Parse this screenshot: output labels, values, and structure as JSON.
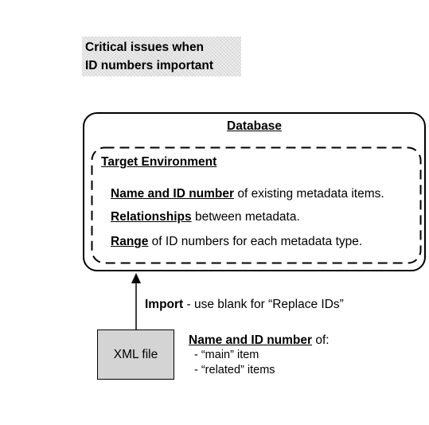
{
  "heading": {
    "line1": "Critical issues when",
    "line2": "ID numbers important"
  },
  "database": {
    "title": "Database",
    "target_environment": {
      "title": "Target Environment",
      "lines": [
        {
          "key": "Name and ID number",
          "rest": " of existing metadata items."
        },
        {
          "key": "Relationships",
          "rest": " between metadata."
        },
        {
          "key": "Range",
          "rest": " of ID numbers for each metadata type."
        }
      ]
    }
  },
  "import": {
    "key": "Import",
    "rest": " - use blank for “Replace IDs”"
  },
  "xml_file": {
    "label": "XML file"
  },
  "xml_info": {
    "key": "Name and ID number",
    "rest": " of:",
    "items": [
      "- “main” item",
      "- “related” items"
    ]
  },
  "colors": {
    "heading_fill": "#d9d9d9",
    "xml_box_fill": "#d4d4d4",
    "stroke": "#000000"
  }
}
